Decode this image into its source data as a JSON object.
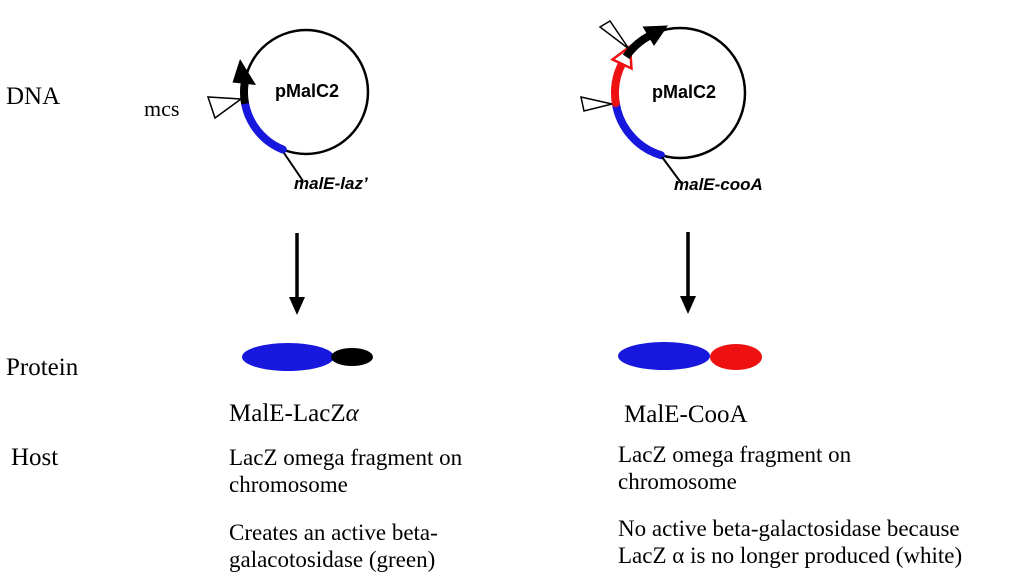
{
  "row_labels": {
    "dna": "DNA",
    "protein": "Protein",
    "host": "Host"
  },
  "colors": {
    "blue": "#1717dd",
    "red": "#ee1111"
  },
  "left_construct": {
    "plasmid_name": "pMalC2",
    "mcs_label": "mcs",
    "gene_label": "malE-laz’",
    "protein_name_prefix": "MalE-LacZ",
    "protein_name_alpha": "α",
    "host_lines": [
      "LacZ omega fragment on",
      "chromosome"
    ],
    "result_lines": [
      "Creates an active beta-",
      "galacotosidase (green)"
    ]
  },
  "right_construct": {
    "plasmid_name": "pMalC2",
    "gene_label": "malE-cooA",
    "protein_name": "MalE-CooA",
    "host_lines": [
      "LacZ omega fragment on",
      "chromosome"
    ],
    "result_lines": [
      "No active beta-galactosidase because",
      "LacZ α is no longer produced (white)"
    ]
  }
}
